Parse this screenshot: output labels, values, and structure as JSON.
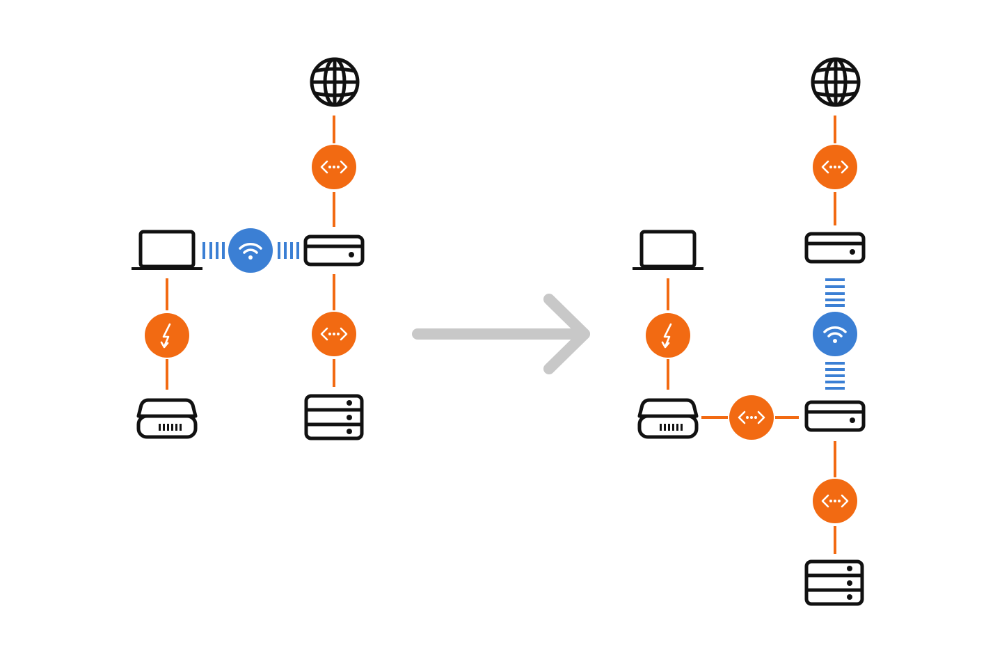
{
  "colors": {
    "wired": "#f26a12",
    "wireless": "#3b7fd4",
    "device": "#111111",
    "arrow": "#c8c8c8",
    "background": "#ffffff"
  },
  "icons": {
    "internet": "globe-icon",
    "router": "router-icon",
    "nas": "server-rack-icon",
    "laptop": "laptop-icon",
    "disk": "external-drive-icon",
    "ethernet": "ethernet-icon",
    "wifi": "wifi-icon",
    "thunderbolt": "thunderbolt-icon",
    "transition": "arrow-right-icon"
  },
  "diagrams": [
    {
      "id": "before",
      "devices": [
        {
          "id": "internet",
          "kind": "globe"
        },
        {
          "id": "router",
          "kind": "router"
        },
        {
          "id": "laptop",
          "kind": "laptop"
        },
        {
          "id": "nas",
          "kind": "server"
        },
        {
          "id": "disk",
          "kind": "disk"
        }
      ],
      "links": [
        {
          "from": "internet",
          "to": "router",
          "type": "ethernet"
        },
        {
          "from": "laptop",
          "to": "router",
          "type": "wifi"
        },
        {
          "from": "router",
          "to": "nas",
          "type": "ethernet"
        },
        {
          "from": "laptop",
          "to": "disk",
          "type": "thunderbolt"
        }
      ]
    },
    {
      "id": "after",
      "devices": [
        {
          "id": "internet",
          "kind": "globe"
        },
        {
          "id": "router",
          "kind": "router"
        },
        {
          "id": "laptop",
          "kind": "laptop"
        },
        {
          "id": "disk",
          "kind": "disk"
        },
        {
          "id": "bridge",
          "kind": "router"
        },
        {
          "id": "nas",
          "kind": "server"
        }
      ],
      "links": [
        {
          "from": "internet",
          "to": "router",
          "type": "ethernet"
        },
        {
          "from": "router",
          "to": "bridge",
          "type": "wifi"
        },
        {
          "from": "laptop",
          "to": "disk",
          "type": "thunderbolt"
        },
        {
          "from": "disk",
          "to": "bridge",
          "type": "ethernet"
        },
        {
          "from": "bridge",
          "to": "nas",
          "type": "ethernet"
        }
      ]
    }
  ]
}
